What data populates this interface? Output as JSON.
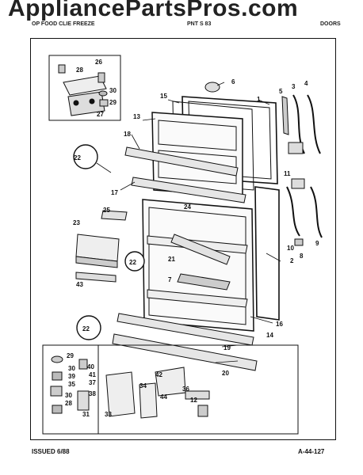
{
  "header": {
    "watermark": "AppliancePartsPros.com",
    "left_text": "OP FOOD CLIE FREEZE",
    "model_text": "PNT S 83",
    "section": "DOORS"
  },
  "footer": {
    "issued": "ISSUED 6/88",
    "page_code": "A-44-127"
  },
  "callouts": [
    "28",
    "26",
    "30",
    "29",
    "27",
    "6",
    "5",
    "3",
    "4",
    "1",
    "15",
    "13",
    "18",
    "22",
    "17",
    "11",
    "25",
    "24",
    "23",
    "21",
    "22",
    "43",
    "2",
    "10",
    "9",
    "8",
    "7",
    "16",
    "14",
    "22",
    "19",
    "20",
    "29",
    "40",
    "30",
    "41",
    "39",
    "35",
    "37",
    "38",
    "30",
    "28",
    "31",
    "42",
    "34",
    "36",
    "44",
    "12",
    "33"
  ]
}
